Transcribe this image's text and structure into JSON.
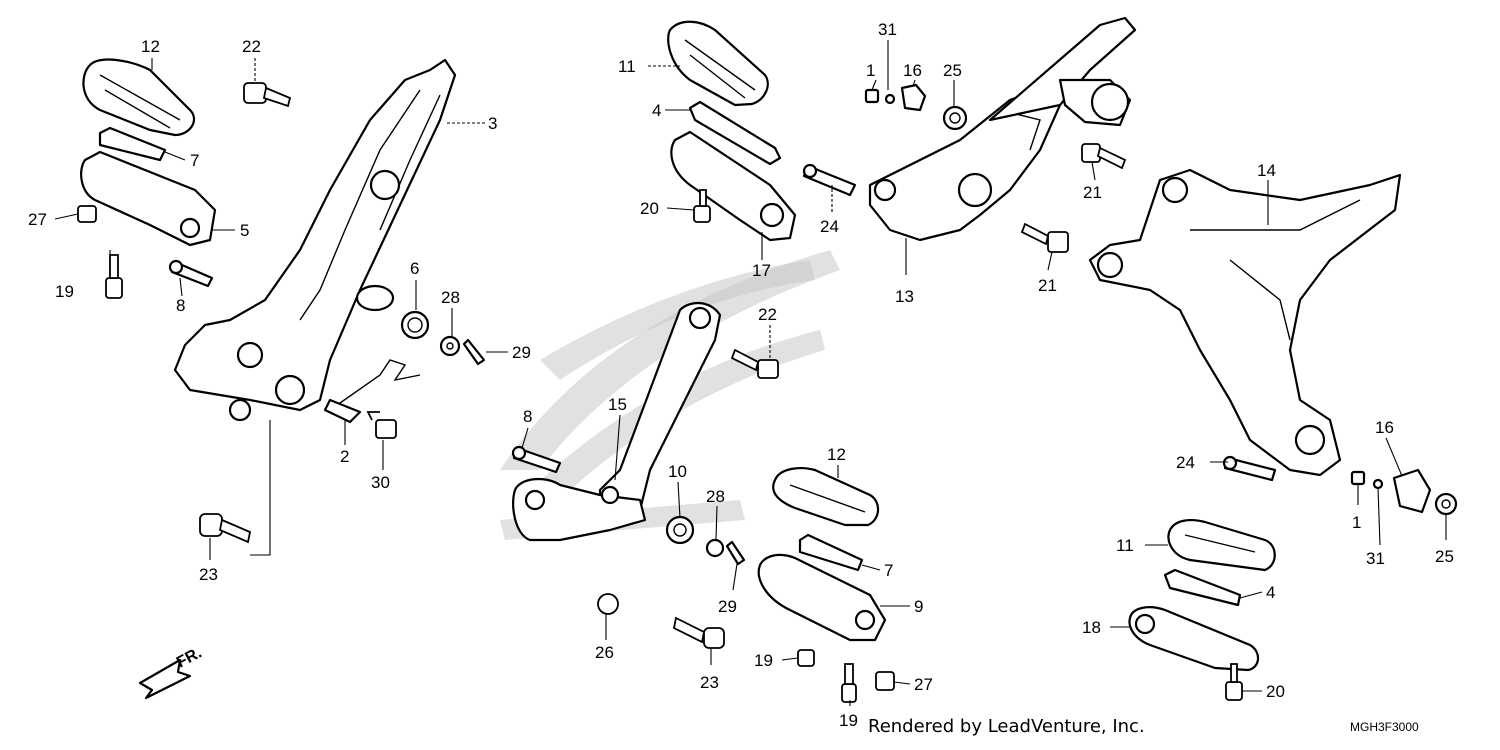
{
  "diagram": {
    "credit": "Rendered by LeadVenture, Inc.",
    "code": "MGH3F3000",
    "direction_label": "FR.",
    "callouts": [
      {
        "id": "c12a",
        "text": "12"
      },
      {
        "id": "c22a",
        "text": "22"
      },
      {
        "id": "c3",
        "text": "3"
      },
      {
        "id": "c7a",
        "text": "7"
      },
      {
        "id": "c27a",
        "text": "27"
      },
      {
        "id": "c5",
        "text": "5"
      },
      {
        "id": "c19a",
        "text": "19"
      },
      {
        "id": "c8a",
        "text": "8"
      },
      {
        "id": "c6",
        "text": "6"
      },
      {
        "id": "c28a",
        "text": "28"
      },
      {
        "id": "c29a",
        "text": "29"
      },
      {
        "id": "c2",
        "text": "2"
      },
      {
        "id": "c30",
        "text": "30"
      },
      {
        "id": "c23a",
        "text": "23"
      },
      {
        "id": "c11a",
        "text": "11"
      },
      {
        "id": "c4a",
        "text": "4"
      },
      {
        "id": "c20a",
        "text": "20"
      },
      {
        "id": "c17",
        "text": "17"
      },
      {
        "id": "c24a",
        "text": "24"
      },
      {
        "id": "c31a",
        "text": "31"
      },
      {
        "id": "c1a",
        "text": "1"
      },
      {
        "id": "c16a",
        "text": "16"
      },
      {
        "id": "c25a",
        "text": "25"
      },
      {
        "id": "c13",
        "text": "13"
      },
      {
        "id": "c21a",
        "text": "21"
      },
      {
        "id": "c21b",
        "text": "21"
      },
      {
        "id": "c14",
        "text": "14"
      },
      {
        "id": "c22b",
        "text": "22"
      },
      {
        "id": "c8b",
        "text": "8"
      },
      {
        "id": "c15",
        "text": "15"
      },
      {
        "id": "c10",
        "text": "10"
      },
      {
        "id": "c12b",
        "text": "12"
      },
      {
        "id": "c28b",
        "text": "28"
      },
      {
        "id": "c7b",
        "text": "7"
      },
      {
        "id": "c9",
        "text": "9"
      },
      {
        "id": "c29b",
        "text": "29"
      },
      {
        "id": "c26",
        "text": "26"
      },
      {
        "id": "c23b",
        "text": "23"
      },
      {
        "id": "c19b",
        "text": "19"
      },
      {
        "id": "c19c",
        "text": "19"
      },
      {
        "id": "c27b",
        "text": "27"
      },
      {
        "id": "c24b",
        "text": "24"
      },
      {
        "id": "c16b",
        "text": "16"
      },
      {
        "id": "c1b",
        "text": "1"
      },
      {
        "id": "c31b",
        "text": "31"
      },
      {
        "id": "c25b",
        "text": "25"
      },
      {
        "id": "c11b",
        "text": "11"
      },
      {
        "id": "c4b",
        "text": "4"
      },
      {
        "id": "c18",
        "text": "18"
      },
      {
        "id": "c20b",
        "text": "20"
      }
    ]
  }
}
